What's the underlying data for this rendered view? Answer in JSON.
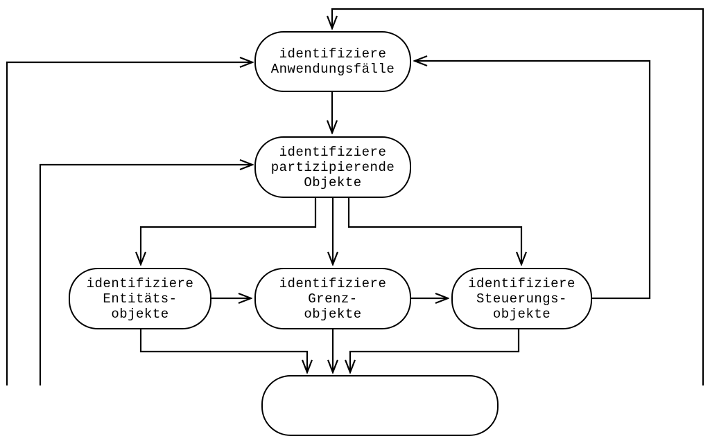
{
  "diagram": {
    "type": "flowchart",
    "language": "de",
    "colors": {
      "line": "#000000",
      "background": "#ffffff"
    },
    "nodes": [
      {
        "id": "anwendungsfaelle",
        "label": "identifiziere\nAnwendungsfälle"
      },
      {
        "id": "partizipierende",
        "label": "identifiziere\npartizipierende\nObjekte"
      },
      {
        "id": "entitaets",
        "label": "identifiziere\nEntitäts-\nobjekte"
      },
      {
        "id": "grenz",
        "label": "identifiziere\nGrenz-\nobjekte"
      },
      {
        "id": "steuerungs",
        "label": "identifiziere\nSteuerungs-\nobjekte"
      },
      {
        "id": "bottom-partial",
        "label": ""
      }
    ],
    "edges": [
      {
        "from": "bottom-partial",
        "to": "anwendungsfaelle",
        "route": "right-outer-loop-into-top"
      },
      {
        "from": "bottom-partial",
        "to": "anwendungsfaelle",
        "route": "left-outer-loop-into-left"
      },
      {
        "from": "bottom-partial",
        "to": "partizipierende",
        "route": "left-inner-loop-into-left"
      },
      {
        "from": "anwendungsfaelle",
        "to": "partizipierende",
        "route": "straight-down"
      },
      {
        "from": "partizipierende",
        "to": "entitaets",
        "route": "down-left-down"
      },
      {
        "from": "partizipierende",
        "to": "grenz",
        "route": "straight-down"
      },
      {
        "from": "partizipierende",
        "to": "steuerungs",
        "route": "down-right-down"
      },
      {
        "from": "entitaets",
        "to": "grenz",
        "route": "straight-right"
      },
      {
        "from": "grenz",
        "to": "steuerungs",
        "route": "straight-right"
      },
      {
        "from": "steuerungs",
        "to": "anwendungsfaelle",
        "route": "right-up-left-into-right"
      },
      {
        "from": "entitaets",
        "to": "bottom-partial",
        "route": "down-right-down"
      },
      {
        "from": "grenz",
        "to": "bottom-partial",
        "route": "straight-down"
      },
      {
        "from": "steuerungs",
        "to": "bottom-partial",
        "route": "down-left-down"
      }
    ]
  }
}
